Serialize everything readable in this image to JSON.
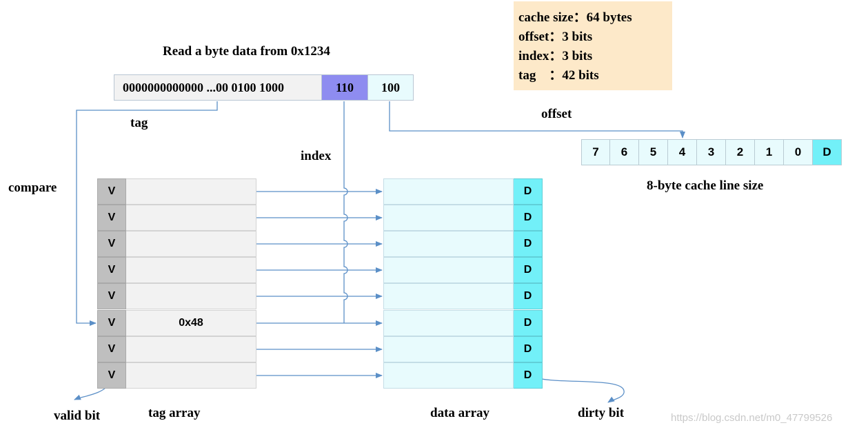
{
  "info": {
    "cache_size": "cache size：64 bytes",
    "offset": "offset：3 bits",
    "index": "index：3 bits",
    "tag": "tag    ：42 bits"
  },
  "title": "Read a byte data from 0x1234",
  "address": {
    "tag_bits": "0000000000000 ...00 0100 1000",
    "index_bits": "110",
    "offset_bits": "100"
  },
  "labels": {
    "tag": "tag",
    "index": "index",
    "offset": "offset",
    "compare": "compare",
    "valid_bit": "valid bit",
    "tag_array": "tag array",
    "data_array": "data array",
    "dirty_bit": "dirty bit",
    "cache_line_size": "8-byte cache line size"
  },
  "tag_array": {
    "rows": [
      {
        "valid": "V",
        "tag": ""
      },
      {
        "valid": "V",
        "tag": ""
      },
      {
        "valid": "V",
        "tag": ""
      },
      {
        "valid": "V",
        "tag": ""
      },
      {
        "valid": "V",
        "tag": ""
      },
      {
        "valid": "V",
        "tag": "0x48"
      },
      {
        "valid": "V",
        "tag": ""
      },
      {
        "valid": "V",
        "tag": ""
      }
    ]
  },
  "data_array": {
    "rows": [
      {
        "dirty": "D"
      },
      {
        "dirty": "D"
      },
      {
        "dirty": "D"
      },
      {
        "dirty": "D"
      },
      {
        "dirty": "D"
      },
      {
        "dirty": "D"
      },
      {
        "dirty": "D"
      },
      {
        "dirty": "D"
      }
    ]
  },
  "cache_line": {
    "bytes": [
      "7",
      "6",
      "5",
      "4",
      "3",
      "2",
      "1",
      "0"
    ],
    "dirty": "D"
  },
  "watermark": "https://blog.csdn.net/m0_47799526",
  "colors": {
    "info_bg": "#fde9c9",
    "index_cell": "#8e8cf0",
    "data_cell": "#e8fbfd",
    "dirty_cell": "#72f0f8",
    "valid_cell": "#bfbfbf",
    "arrow": "#5b8fc7"
  }
}
